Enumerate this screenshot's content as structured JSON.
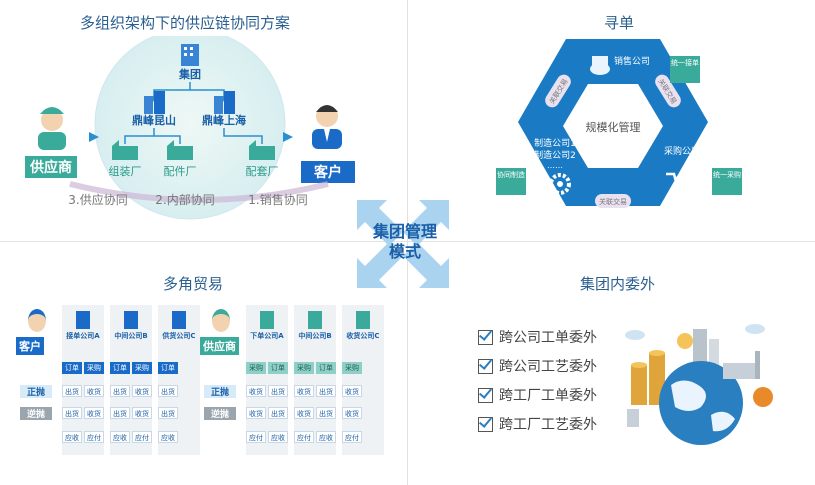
{
  "q1": {
    "title": "多组织架构下的供应链协同方案",
    "group": "集团",
    "org_left": "鼎峰昆山",
    "org_right": "鼎峰上海",
    "factories": [
      "组装厂",
      "配件厂",
      "配套厂"
    ],
    "supplier": "供应商",
    "customer": "客户",
    "flows": [
      "3.供应协同",
      "2.内部协同",
      "1.销售协同"
    ]
  },
  "q2": {
    "title": "寻单",
    "center": "规模化管理",
    "node_sales": "销售公司",
    "node_purchase": "采购公司",
    "node_mfg1": "制造公司1",
    "node_mfg2": "制造公司2",
    "node_mfg3": "……",
    "arc_left": "关联交易",
    "arc_right": "关联交易",
    "arc_bottom": "关联交易",
    "tag_order": "统一接单",
    "tag_purchase": "统一采购",
    "tag_mfg": "协同制造"
  },
  "center_mode": "集团管理模式",
  "q3": {
    "title": "多角贸易",
    "left": {
      "person": "客户",
      "companies": [
        "接单公司A",
        "中间公司B",
        "供货公司C"
      ],
      "row_labels": [
        "正抛",
        "逆抛"
      ],
      "grid": [
        [
          "订单",
          "采购",
          "订单",
          "采购",
          "订单"
        ],
        [
          "出货",
          "收货",
          "出货",
          "收货",
          "出货"
        ],
        [
          "出货",
          "收货",
          "出货",
          "收货",
          "出货"
        ],
        [
          "应收",
          "应付",
          "应收",
          "应付",
          "应收"
        ]
      ]
    },
    "right": {
      "person": "供应商",
      "companies": [
        "下单公司A",
        "中间公司B",
        "收货公司C"
      ],
      "row_labels": [
        "正抛",
        "逆抛"
      ],
      "grid": [
        [
          "采购",
          "订单",
          "采购",
          "订单",
          "采购"
        ],
        [
          "收货",
          "出货",
          "收货",
          "出货",
          "收货"
        ],
        [
          "收货",
          "出货",
          "收货",
          "出货",
          "收货"
        ],
        [
          "应付",
          "应收",
          "应付",
          "应收",
          "应付"
        ]
      ]
    }
  },
  "q4": {
    "title": "集团内委外",
    "items": [
      "跨公司工单委外",
      "跨公司工艺委外",
      "跨工厂工单委外",
      "跨工厂工艺委外"
    ]
  },
  "colors": {
    "primary": "#1a7bc4",
    "teal": "#3aaa9a",
    "title": "#2a5f8f",
    "arrow": "#2a8fd0"
  }
}
